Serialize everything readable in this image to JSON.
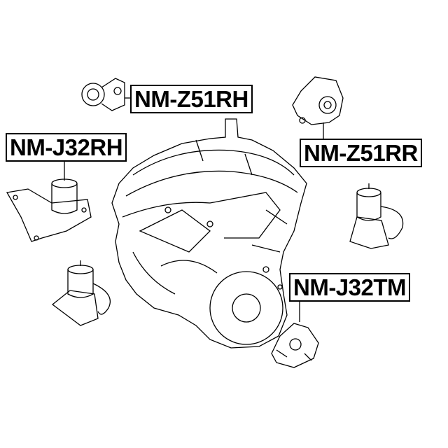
{
  "labels": {
    "z51rh": "NM-Z51RH",
    "j32rh": "NM-J32RH",
    "z51rr": "NM-Z51RR",
    "j32tm": "NM-J32TM"
  }
}
